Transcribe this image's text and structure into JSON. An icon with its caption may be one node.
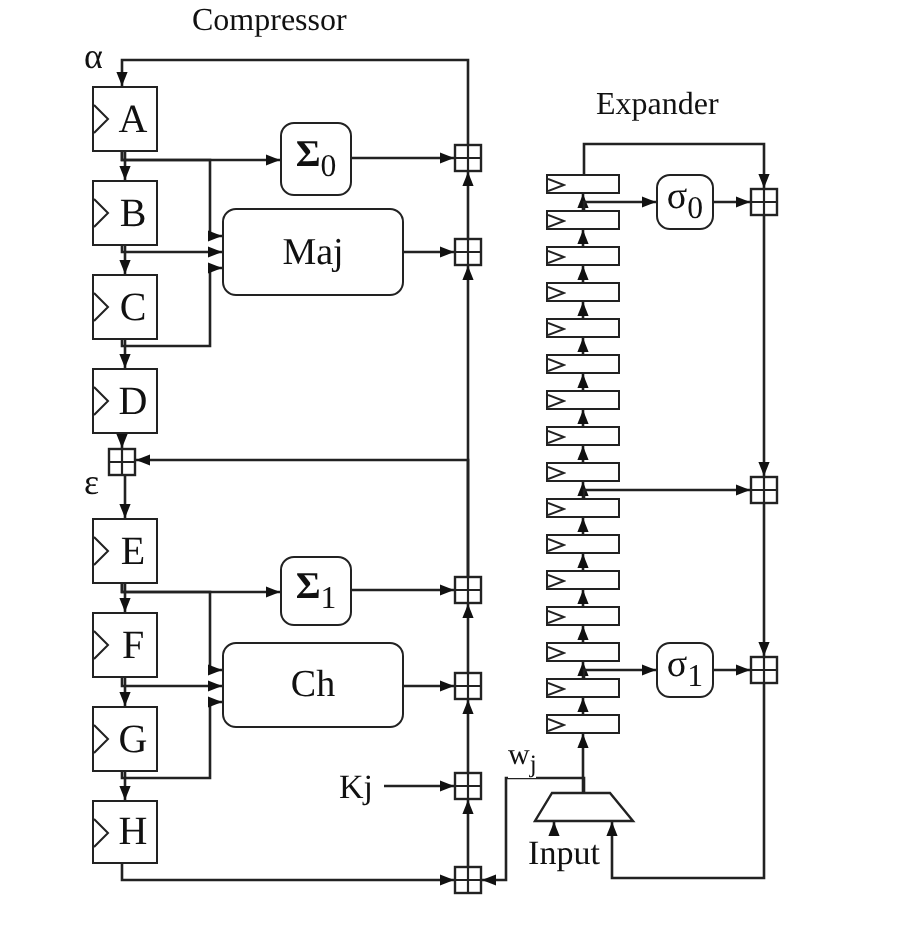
{
  "diagram": {
    "nodes": [
      {
        "text": [
          "A"
        ]
      },
      {
        "text": [
          "B"
        ]
      },
      {
        "text": [
          "C"
        ]
      },
      {
        "text": [
          "D"
        ]
      },
      {
        "text": [],
        "shape": "box"
      },
      {
        "text": [
          "E"
        ]
      },
      {
        "text": [
          "F"
        ]
      },
      {
        "text": [
          "G"
        ]
      },
      {
        "text": [
          "H"
        ]
      },
      {
        "text": [
          "**Σ**$_{0}$"
        ]
      },
      {
        "text": [
          "Maj"
        ]
      },
      {
        "text": [
          "**Σ**$_{1}$"
        ]
      },
      {
        "text": [
          "Ch"
        ]
      },
      {
        "text": [],
        "shape": "box"
      },
      {
        "text": [],
        "shape": "box"
      },
      {
        "text": [],
        "shape": "box"
      },
      {
        "text": [],
        "shape": "box"
      },
      {
        "text": [],
        "shape": "box"
      },
      {
        "text": [],
        "shape": "box"
      },
      {
        "text": [
          "Kj"
        ]
      },
      {
        "text": [],
        "shape": "box"
      },
      {
        "text": [],
        "shape": "box"
      },
      {
        "text": [],
        "shape": "box"
      },
      {
        "text": [],
        "shape": "box"
      },
      {
        "text": [],
        "shape": "box"
      },
      {
        "text": [],
        "shape": "box"
      },
      {
        "text": [],
        "shape": "box"
      },
      {
        "text": [],
        "shape": "box"
      },
      {
        "text": [],
        "shape": "box"
      },
      {
        "text": [],
        "shape": "box"
      },
      {
        "text": [],
        "shape": "box"
      },
      {
        "text": [],
        "shape": "box"
      },
      {
        "text": [],
        "shape": "box"
      },
      {
        "text": [],
        "shape": "box"
      },
      {
        "text": [],
        "shape": "box"
      },
      {
        "text": [],
        "shape": "box"
      },
      {
        "text": [
          "σ$_{0}$"
        ]
      },
      {
        "text": [
          "σ$_{1}$"
        ]
      },
      {
        "text": [],
        "shape": "box"
      },
      {
        "text": [],
        "shape": "box"
      },
      {
        "text": [],
        "shape": "box"
      },
      {
        "text": [],
        "shape": "trapezoid"
      },
      {
        "text": [
          "Input"
        ]
      }
    ],
    "edges": [
      {
        "from": 0,
        "to": 1,
        "arrow": "to"
      },
      {
        "from": 1,
        "to": 2,
        "arrow": "to"
      },
      {
        "from": 2,
        "to": 3,
        "arrow": "to"
      },
      {
        "from": 3,
        "to": 4,
        "arrow": "to"
      },
      {
        "from": 4,
        "to": 5,
        "arrow": "to"
      },
      {
        "from": 5,
        "to": 6,
        "arrow": "to"
      },
      {
        "from": 6,
        "to": 7,
        "arrow": "to"
      },
      {
        "from": 7,
        "to": 8,
        "arrow": "to"
      },
      {
        "from": 0,
        "to": 9,
        "arrow": "to"
      },
      {
        "from": 0,
        "to": 10,
        "arrow": "to"
      },
      {
        "from": 1,
        "to": 10,
        "arrow": "to"
      },
      {
        "from": 2,
        "to": 10,
        "arrow": "to"
      },
      {
        "from": 5,
        "to": 11,
        "arrow": "to"
      },
      {
        "from": 5,
        "to": 12,
        "arrow": "to"
      },
      {
        "from": 6,
        "to": 12,
        "arrow": "to"
      },
      {
        "from": 7,
        "to": 12,
        "arrow": "to"
      },
      {
        "from": 9,
        "to": 13,
        "arrow": "to"
      },
      {
        "from": 10,
        "to": 14,
        "arrow": "to"
      },
      {
        "from": 11,
        "to": 15,
        "arrow": "to"
      },
      {
        "from": 12,
        "to": 16,
        "arrow": "to"
      },
      {
        "from": 19,
        "to": 17,
        "arrow": "to"
      },
      {
        "from": 8,
        "to": 18,
        "arrow": "to"
      },
      {
        "from": 18,
        "to": 17,
        "arrow": "to"
      },
      {
        "from": 17,
        "to": 16,
        "arrow": "to"
      },
      {
        "from": 16,
        "to": 15,
        "arrow": "to"
      },
      {
        "from": 15,
        "to": 14,
        "arrow": "to"
      },
      {
        "from": 15,
        "to": 4,
        "arrow": "to"
      },
      {
        "from": 14,
        "to": 13,
        "arrow": "to"
      },
      {
        "from": 13,
        "to": 0,
        "arrow": "to"
      },
      {
        "from": 21,
        "to": 20,
        "arrow": "to"
      },
      {
        "from": 22,
        "to": 21,
        "arrow": "to"
      },
      {
        "from": 23,
        "to": 22,
        "arrow": "to"
      },
      {
        "from": 24,
        "to": 23,
        "arrow": "to"
      },
      {
        "from": 25,
        "to": 24,
        "arrow": "to"
      },
      {
        "from": 26,
        "to": 25,
        "arrow": "to"
      },
      {
        "from": 27,
        "to": 26,
        "arrow": "to"
      },
      {
        "from": 28,
        "to": 27,
        "arrow": "to"
      },
      {
        "from": 29,
        "to": 28,
        "arrow": "to"
      },
      {
        "from": 30,
        "to": 29,
        "arrow": "to"
      },
      {
        "from": 31,
        "to": 30,
        "arrow": "to"
      },
      {
        "from": 32,
        "to": 31,
        "arrow": "to"
      },
      {
        "from": 33,
        "to": 32,
        "arrow": "to"
      },
      {
        "from": 34,
        "to": 33,
        "arrow": "to"
      },
      {
        "from": 35,
        "to": 34,
        "arrow": "to"
      },
      {
        "from": 41,
        "to": 35,
        "arrow": "to"
      },
      {
        "from": 42,
        "to": 41,
        "arrow": "to"
      },
      {
        "from": 20,
        "to": 38,
        "arrow": "to"
      },
      {
        "from": 21,
        "to": 36,
        "arrow": "to"
      },
      {
        "from": 36,
        "to": 38,
        "arrow": "to"
      },
      {
        "from": 38,
        "to": 39,
        "arrow": "to"
      },
      {
        "from": 29,
        "to": 39,
        "arrow": "to"
      },
      {
        "from": 39,
        "to": 40,
        "arrow": "to"
      },
      {
        "from": 34,
        "to": 37,
        "arrow": "to"
      },
      {
        "from": 37,
        "to": 40,
        "arrow": "to"
      },
      {
        "from": 40,
        "to": 41,
        "arrow": "to"
      },
      {
        "from": 41,
        "to": 18,
        "label": "w$_{j}$",
        "arrow": "to"
      }
    ],
    "labels": [
      "Compressor",
      "Expander",
      "α",
      "ε"
    ]
  }
}
